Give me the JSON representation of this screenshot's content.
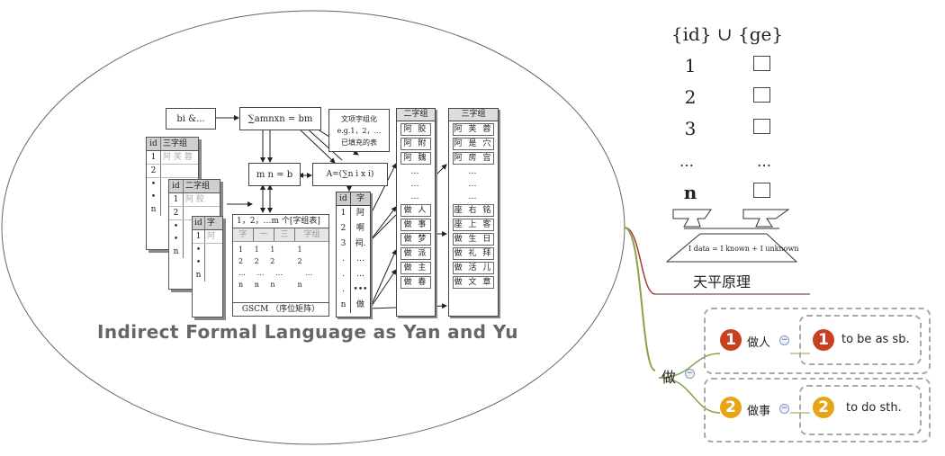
{
  "diagram": {
    "title": "Indirect Formal Language as Yan and Yu",
    "boxes": {
      "bi": "bi &...",
      "sum": "∑amnxn = bm",
      "mnb": "m n = b",
      "A": "A=(∑n i  x i)",
      "note": [
        "文项字组化",
        "e.g.1，2，…",
        "已填充的表"
      ],
      "gscm_header": "1，2，…m 个[字组表]",
      "gscm_cols": [
        "字",
        "一",
        "三",
        "字组"
      ],
      "gscm_footer": "GSCM （序位矩阵）"
    },
    "tables": {
      "t3": {
        "head": [
          "id",
          "三字组"
        ],
        "rows": [
          [
            "1",
            "阿 芙 蓉"
          ],
          [
            "2",
            ""
          ],
          [
            "•",
            ""
          ],
          [
            "•",
            ""
          ],
          [
            "n",
            ""
          ]
        ]
      },
      "t2": {
        "head": [
          "id",
          "二字组"
        ],
        "rows": [
          [
            "1",
            "阿 胶"
          ],
          [
            "2",
            ""
          ],
          [
            "•",
            ""
          ],
          [
            "•",
            ""
          ],
          [
            "n",
            ""
          ]
        ]
      },
      "t1": {
        "head": [
          "id",
          "字"
        ],
        "rows": [
          [
            "1",
            "阿"
          ],
          [
            "•",
            ""
          ],
          [
            "•",
            ""
          ],
          [
            "n",
            ""
          ]
        ]
      }
    },
    "char_col": {
      "head": [
        "id",
        "字"
      ],
      "ids": [
        "1",
        "2",
        "3",
        ".",
        ".",
        ".",
        "n"
      ],
      "chars": [
        "阿",
        "啊",
        "祠.",
        "…",
        "…",
        "•••",
        "做"
      ]
    },
    "two_col": {
      "head": "二字组",
      "items": [
        "阿 胶",
        "阿 附",
        "阿 魏",
        "…",
        "…",
        "…",
        "做 人",
        "做 事",
        "做 梦",
        "做 派",
        "做 主",
        "做 春"
      ]
    },
    "three_col": {
      "head": "三字组",
      "items": [
        "阿 芙 蓉",
        "阿 是 穴",
        "阿 房 宫",
        "…",
        "…",
        "…",
        "座 右 铭",
        "座 上 客",
        "做 生 日",
        "做 礼 拜",
        "做 活 儿",
        "做 文 章"
      ]
    }
  },
  "sets": {
    "header": "{id} ∪ {ge}",
    "rows": [
      "1",
      "2",
      "3",
      "…",
      "n"
    ],
    "ellipsis_right": "…",
    "balance_eq": "I data = I known + I unknown",
    "balance_label": "天平原理"
  },
  "mindmap": {
    "root": "做",
    "branches": [
      {
        "num": "1",
        "label": "做人",
        "meaning": "to be as sb.",
        "color": "#c8401f"
      },
      {
        "num": "2",
        "label": "做事",
        "meaning": "to do sth.",
        "color": "#e8a417"
      }
    ]
  }
}
